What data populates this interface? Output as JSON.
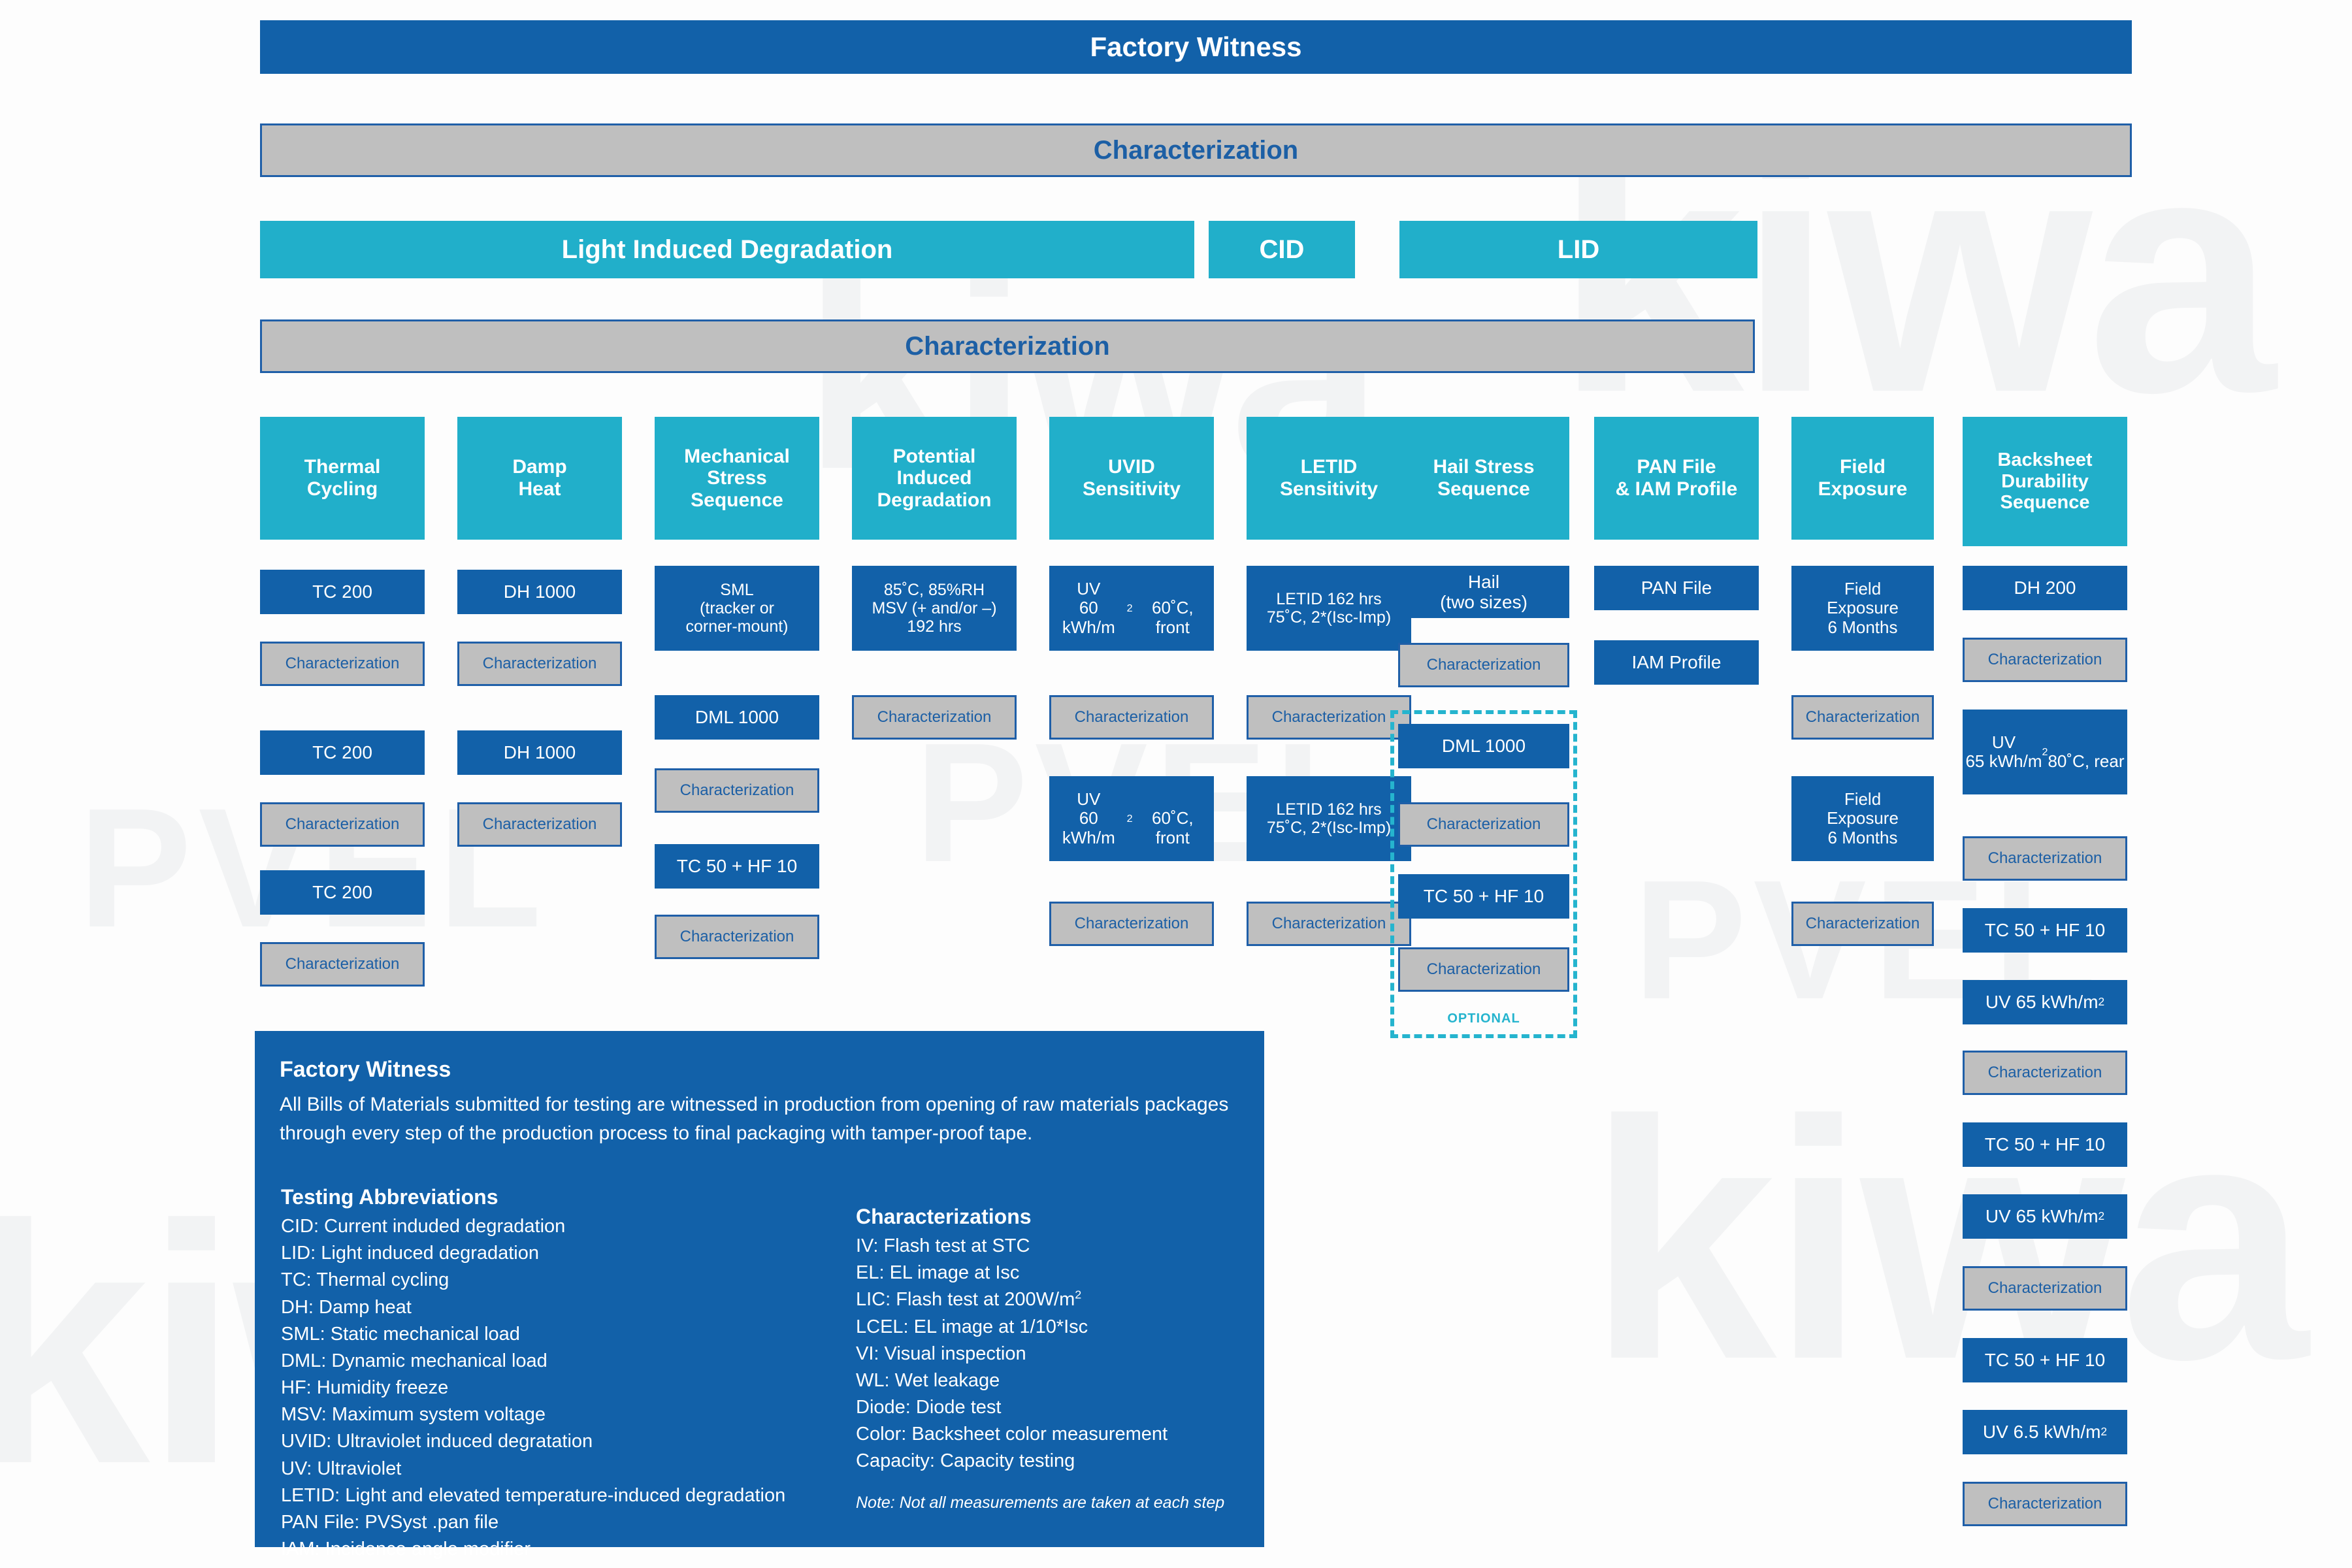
{
  "watermarks": [
    "kiwa",
    "kiwa",
    "kiwa",
    "PVEL",
    "PVEL",
    "PVEL",
    "kiwa"
  ],
  "colors": {
    "dark_blue": "#1261A9",
    "teal": "#21AFCA",
    "grey": "#BFBFBF",
    "grey_border": "#1F5FA8",
    "char_text": "#1C5FA5",
    "optional_dashed": "#25B4CE",
    "page_background": "#FDFDFD"
  },
  "header": {
    "factory_witness": "Factory Witness",
    "characterization_1": "Characterization",
    "characterization_2": "Characterization"
  },
  "lid_row": [
    {
      "label": "Light Induced Degradation"
    },
    {
      "label": "CID"
    },
    {
      "label": "LID"
    }
  ],
  "optional_label": "OPTIONAL",
  "columns": [
    {
      "header": "Thermal\nCycling",
      "steps": [
        {
          "kind": "step",
          "label": "TC 200"
        },
        {
          "kind": "charz",
          "label": "Characterization"
        },
        {
          "kind": "step",
          "label": "TC 200"
        },
        {
          "kind": "charz",
          "label": "Characterization"
        },
        {
          "kind": "step",
          "label": "TC 200"
        },
        {
          "kind": "charz",
          "label": "Characterization"
        }
      ]
    },
    {
      "header": "Damp\nHeat",
      "steps": [
        {
          "kind": "step",
          "label": "DH 1000"
        },
        {
          "kind": "charz",
          "label": "Characterization"
        },
        {
          "kind": "step",
          "label": "DH 1000"
        },
        {
          "kind": "charz",
          "label": "Characterization"
        }
      ]
    },
    {
      "header": "Mechanical\nStress\nSequence",
      "steps": [
        {
          "kind": "step",
          "label": "SML\n(tracker or\ncorner-mount)"
        },
        {
          "kind": "step",
          "label": "DML 1000"
        },
        {
          "kind": "charz",
          "label": "Characterization"
        },
        {
          "kind": "step",
          "label": "TC 50 + HF 10"
        },
        {
          "kind": "charz",
          "label": "Characterization"
        }
      ]
    },
    {
      "header": "Potential\nInduced\nDegradation",
      "steps": [
        {
          "kind": "step",
          "label": "85˚C, 85%RH\nMSV (+ and/or –)\n192 hrs"
        },
        {
          "kind": "charz",
          "label": "Characterization"
        }
      ]
    },
    {
      "header": "UVID\nSensitivity",
      "steps": [
        {
          "kind": "step",
          "label": "UV\n60 kWh/m²\n60˚C, front"
        },
        {
          "kind": "charz",
          "label": "Characterization"
        },
        {
          "kind": "step",
          "label": "UV\n60 kWh/m²\n60˚C, front"
        },
        {
          "kind": "charz",
          "label": "Characterization"
        }
      ]
    },
    {
      "header": "LETID\nSensitivity",
      "steps": [
        {
          "kind": "step",
          "label": "LETID 162 hrs\n75˚C, 2*(Isc-Imp)"
        },
        {
          "kind": "charz",
          "label": "Characterization"
        },
        {
          "kind": "step",
          "label": "LETID 162 hrs\n75˚C, 2*(Isc-Imp)"
        },
        {
          "kind": "charz",
          "label": "Characterization"
        }
      ]
    },
    {
      "header": "Hail Stress\nSequence",
      "steps": [
        {
          "kind": "step",
          "label": "Hail\n(two sizes)"
        },
        {
          "kind": "charz",
          "label": "Characterization"
        },
        {
          "kind": "step",
          "label": "DML 1000"
        },
        {
          "kind": "charz",
          "label": "Characterization"
        },
        {
          "kind": "step",
          "label": "TC 50 + HF 10"
        },
        {
          "kind": "charz",
          "label": "Characterization"
        }
      ]
    },
    {
      "header": "PAN File\n& IAM Profile",
      "steps": [
        {
          "kind": "step",
          "label": "PAN File"
        },
        {
          "kind": "step",
          "label": "IAM Profile"
        }
      ]
    },
    {
      "header": "Field\nExposure",
      "steps": [
        {
          "kind": "step",
          "label": "Field\nExposure\n6 Months"
        },
        {
          "kind": "charz",
          "label": "Characterization"
        },
        {
          "kind": "step",
          "label": "Field\nExposure\n6 Months"
        },
        {
          "kind": "charz",
          "label": "Characterization"
        }
      ]
    },
    {
      "header": "Backsheet\nDurability\nSequence",
      "steps": [
        {
          "kind": "step",
          "label": "DH 200"
        },
        {
          "kind": "charz",
          "label": "Characterization"
        },
        {
          "kind": "step",
          "label": "UV\n65 kWh/m²\n80˚C, rear"
        },
        {
          "kind": "charz",
          "label": "Characterization"
        },
        {
          "kind": "step",
          "label": "TC 50 + HF 10"
        },
        {
          "kind": "step",
          "label": "UV 65 kWh/m²"
        },
        {
          "kind": "charz",
          "label": "Characterization"
        },
        {
          "kind": "step",
          "label": "TC 50 + HF 10"
        },
        {
          "kind": "step",
          "label": "UV 65 kWh/m²"
        },
        {
          "kind": "charz",
          "label": "Characterization"
        },
        {
          "kind": "step",
          "label": "TC 50 + HF 10"
        },
        {
          "kind": "step",
          "label": "UV 6.5 kWh/m²"
        },
        {
          "kind": "charz",
          "label": "Characterization"
        }
      ]
    }
  ],
  "legend": {
    "title": "Factory Witness",
    "body": "All Bills of Materials submitted for testing are witnessed in production from opening of raw materials packages through every step of the production process to final packaging with tamper-proof tape.",
    "abbrev_title": "Testing Abbreviations",
    "abbreviations": [
      "CID: Current induded degradation",
      "LID: Light induced degradation",
      "TC: Thermal cycling",
      "DH: Damp heat",
      "SML: Static mechanical load",
      "DML: Dynamic mechanical load",
      "HF: Humidity freeze",
      "MSV: Maximum system voltage",
      "UVID: Ultraviolet induced degratation",
      "UV: Ultraviolet",
      "LETID: Light and elevated temperature-induced degradation",
      "PAN File: PVSyst .pan file",
      "IAM: Incidence angle modifier"
    ],
    "charz_title": "Characterizations",
    "characterizations": [
      "IV: Flash test at STC",
      "EL: EL image at Isc",
      "LIC: Flash test at 200W/m²",
      "LCEL: EL image at 1/10*Isc",
      "VI: Visual inspection",
      "WL: Wet leakage",
      "Diode: Diode test",
      "Color: Backsheet color measurement",
      "Capacity: Capacity testing"
    ],
    "note": "Note: Not all measurements are taken at each step"
  }
}
